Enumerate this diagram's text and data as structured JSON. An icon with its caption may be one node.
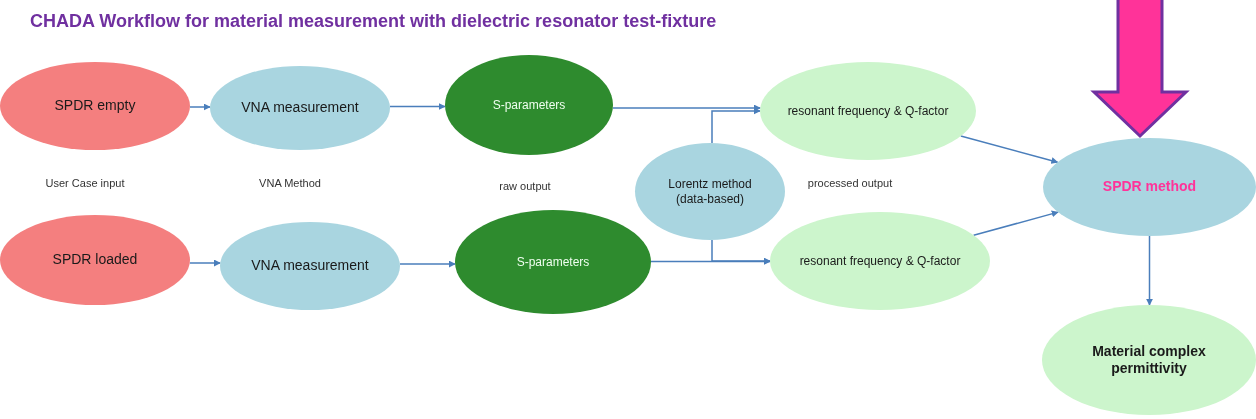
{
  "diagram": {
    "title": "CHADA Workflow for material measurement with dielectric resonator test-fixture",
    "nodes": [
      {
        "text": [
          "SPDR empty"
        ]
      },
      {
        "text": [
          "VNA measurement"
        ]
      },
      {
        "text": [
          "S-parameters"
        ]
      },
      {
        "text": [
          "resonant frequency & Q-factor"
        ]
      },
      {
        "text": [
          "Lorentz method (data-based)"
        ]
      },
      {
        "text": [
          "SPDR loaded"
        ]
      },
      {
        "text": [
          "VNA measurement"
        ]
      },
      {
        "text": [
          "S-parameters"
        ]
      },
      {
        "text": [
          "resonant frequency & Q-factor"
        ]
      },
      {
        "text": [
          "SPDR method"
        ]
      },
      {
        "text": [
          "Material complex permittivity"
        ]
      }
    ],
    "edges": [
      {
        "from": 0,
        "to": 1,
        "arrow": "to"
      },
      {
        "from": 1,
        "to": 2,
        "arrow": "to"
      },
      {
        "from": 2,
        "to": 3,
        "arrow": "to"
      },
      {
        "from": 4,
        "to": 3,
        "arrow": "to"
      },
      {
        "from": 5,
        "to": 6,
        "arrow": "to"
      },
      {
        "from": 6,
        "to": 7,
        "arrow": "to"
      },
      {
        "from": 7,
        "to": 8,
        "arrow": "to"
      },
      {
        "from": 4,
        "to": 8,
        "arrow": "to"
      },
      {
        "from": 3,
        "to": 9,
        "arrow": "to"
      },
      {
        "from": 8,
        "to": 9,
        "arrow": "to"
      },
      {
        "from": 9,
        "to": 10,
        "arrow": "to"
      },
      {
        "from": null,
        "to": 9,
        "arrow": "to",
        "style": "thick",
        "color": "#ff3399"
      }
    ],
    "labels": [
      "User Case input",
      "VNA Method",
      "raw output",
      "processed output"
    ]
  }
}
